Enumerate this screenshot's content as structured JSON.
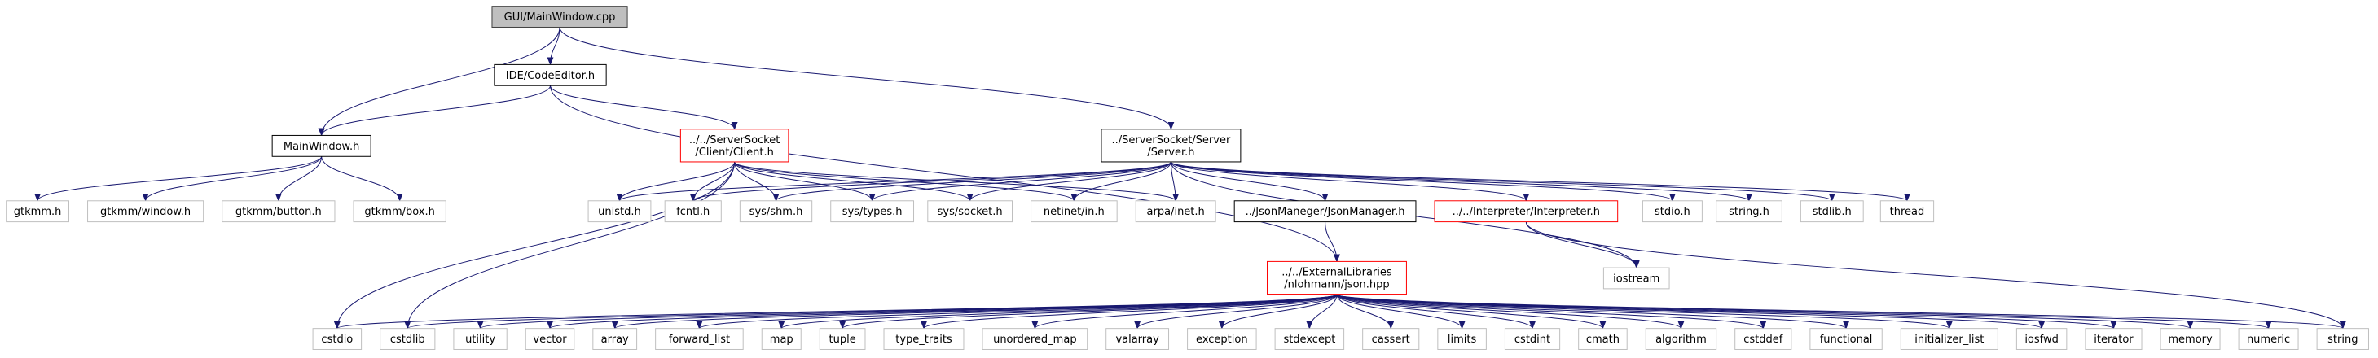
{
  "colors": {
    "edge": "#191970",
    "root_fill": "#bfbfbf",
    "root_border": "#404040",
    "doc_border": "#000000",
    "trunc_border": "#ff0000",
    "sys_border": "#bfbfbf"
  },
  "nodes": [
    {
      "id": "mainwindow_cpp",
      "lines": [
        "GUI/MainWindow.cpp"
      ],
      "kind": "root"
    },
    {
      "id": "codeeditor_h",
      "lines": [
        "IDE/CodeEditor.h"
      ],
      "kind": "doc"
    },
    {
      "id": "mainwindow_h",
      "lines": [
        "MainWindow.h"
      ],
      "kind": "doc"
    },
    {
      "id": "client_h",
      "lines": [
        "../../ServerSocket",
        "/Client/Client.h"
      ],
      "kind": "trunc"
    },
    {
      "id": "server_h",
      "lines": [
        "../ServerSocket/Server",
        "/Server.h"
      ],
      "kind": "doc"
    },
    {
      "id": "gtkmm_h",
      "lines": [
        "gtkmm.h"
      ],
      "kind": "sys"
    },
    {
      "id": "gtkmm_window_h",
      "lines": [
        "gtkmm/window.h"
      ],
      "kind": "sys"
    },
    {
      "id": "gtkmm_button_h",
      "lines": [
        "gtkmm/button.h"
      ],
      "kind": "sys"
    },
    {
      "id": "gtkmm_box_h",
      "lines": [
        "gtkmm/box.h"
      ],
      "kind": "sys"
    },
    {
      "id": "unistd_h",
      "lines": [
        "unistd.h"
      ],
      "kind": "sys"
    },
    {
      "id": "fcntl_h",
      "lines": [
        "fcntl.h"
      ],
      "kind": "sys"
    },
    {
      "id": "sys_shm_h",
      "lines": [
        "sys/shm.h"
      ],
      "kind": "sys"
    },
    {
      "id": "sys_types_h",
      "lines": [
        "sys/types.h"
      ],
      "kind": "sys"
    },
    {
      "id": "sys_socket_h",
      "lines": [
        "sys/socket.h"
      ],
      "kind": "sys"
    },
    {
      "id": "netinet_in_h",
      "lines": [
        "netinet/in.h"
      ],
      "kind": "sys"
    },
    {
      "id": "arpa_inet_h",
      "lines": [
        "arpa/inet.h"
      ],
      "kind": "sys"
    },
    {
      "id": "jsonmanager_h",
      "lines": [
        "../JsonManeger/JsonManager.h"
      ],
      "kind": "doc"
    },
    {
      "id": "interpreter_h",
      "lines": [
        "../../Interpreter/Interpreter.h"
      ],
      "kind": "trunc"
    },
    {
      "id": "stdio_h",
      "lines": [
        "stdio.h"
      ],
      "kind": "sys"
    },
    {
      "id": "string_h",
      "lines": [
        "string.h"
      ],
      "kind": "sys"
    },
    {
      "id": "stdlib_h",
      "lines": [
        "stdlib.h"
      ],
      "kind": "sys"
    },
    {
      "id": "thread",
      "lines": [
        "thread"
      ],
      "kind": "sys"
    },
    {
      "id": "iostream",
      "lines": [
        "iostream"
      ],
      "kind": "sys"
    },
    {
      "id": "json_hpp",
      "lines": [
        "../../ExternalLibraries",
        "/nlohmann/json.hpp"
      ],
      "kind": "trunc"
    },
    {
      "id": "cstdio",
      "lines": [
        "cstdio"
      ],
      "kind": "sys"
    },
    {
      "id": "cstdlib",
      "lines": [
        "cstdlib"
      ],
      "kind": "sys"
    },
    {
      "id": "utility",
      "lines": [
        "utility"
      ],
      "kind": "sys"
    },
    {
      "id": "vector",
      "lines": [
        "vector"
      ],
      "kind": "sys"
    },
    {
      "id": "array",
      "lines": [
        "array"
      ],
      "kind": "sys"
    },
    {
      "id": "forward_list",
      "lines": [
        "forward_list"
      ],
      "kind": "sys"
    },
    {
      "id": "map",
      "lines": [
        "map"
      ],
      "kind": "sys"
    },
    {
      "id": "tuple",
      "lines": [
        "tuple"
      ],
      "kind": "sys"
    },
    {
      "id": "type_traits",
      "lines": [
        "type_traits"
      ],
      "kind": "sys"
    },
    {
      "id": "unordered_map",
      "lines": [
        "unordered_map"
      ],
      "kind": "sys"
    },
    {
      "id": "valarray",
      "lines": [
        "valarray"
      ],
      "kind": "sys"
    },
    {
      "id": "exception",
      "lines": [
        "exception"
      ],
      "kind": "sys"
    },
    {
      "id": "stdexcept",
      "lines": [
        "stdexcept"
      ],
      "kind": "sys"
    },
    {
      "id": "cassert",
      "lines": [
        "cassert"
      ],
      "kind": "sys"
    },
    {
      "id": "limits",
      "lines": [
        "limits"
      ],
      "kind": "sys"
    },
    {
      "id": "cstdint",
      "lines": [
        "cstdint"
      ],
      "kind": "sys"
    },
    {
      "id": "cmath",
      "lines": [
        "cmath"
      ],
      "kind": "sys"
    },
    {
      "id": "algorithm",
      "lines": [
        "algorithm"
      ],
      "kind": "sys"
    },
    {
      "id": "cstddef",
      "lines": [
        "cstddef"
      ],
      "kind": "sys"
    },
    {
      "id": "functional",
      "lines": [
        "functional"
      ],
      "kind": "sys"
    },
    {
      "id": "initializer_list",
      "lines": [
        "initializer_list"
      ],
      "kind": "sys"
    },
    {
      "id": "iosfwd",
      "lines": [
        "iosfwd"
      ],
      "kind": "sys"
    },
    {
      "id": "iterator",
      "lines": [
        "iterator"
      ],
      "kind": "sys"
    },
    {
      "id": "memory",
      "lines": [
        "memory"
      ],
      "kind": "sys"
    },
    {
      "id": "numeric",
      "lines": [
        "numeric"
      ],
      "kind": "sys"
    },
    {
      "id": "string",
      "lines": [
        "string"
      ],
      "kind": "sys"
    }
  ],
  "edges": [
    [
      "mainwindow_cpp",
      "codeeditor_h"
    ],
    [
      "mainwindow_cpp",
      "mainwindow_h"
    ],
    [
      "mainwindow_cpp",
      "server_h"
    ],
    [
      "codeeditor_h",
      "mainwindow_h"
    ],
    [
      "codeeditor_h",
      "client_h"
    ],
    [
      "codeeditor_h",
      "json_hpp"
    ],
    [
      "mainwindow_h",
      "gtkmm_h"
    ],
    [
      "mainwindow_h",
      "gtkmm_window_h"
    ],
    [
      "mainwindow_h",
      "gtkmm_button_h"
    ],
    [
      "mainwindow_h",
      "gtkmm_box_h"
    ],
    [
      "client_h",
      "unistd_h"
    ],
    [
      "client_h",
      "fcntl_h"
    ],
    [
      "client_h",
      "sys_shm_h"
    ],
    [
      "client_h",
      "sys_types_h"
    ],
    [
      "client_h",
      "sys_socket_h"
    ],
    [
      "client_h",
      "netinet_in_h"
    ],
    [
      "client_h",
      "arpa_inet_h"
    ],
    [
      "client_h",
      "cstdio"
    ],
    [
      "client_h",
      "cstdlib"
    ],
    [
      "server_h",
      "unistd_h"
    ],
    [
      "server_h",
      "fcntl_h"
    ],
    [
      "server_h",
      "sys_shm_h"
    ],
    [
      "server_h",
      "sys_types_h"
    ],
    [
      "server_h",
      "sys_socket_h"
    ],
    [
      "server_h",
      "netinet_in_h"
    ],
    [
      "server_h",
      "arpa_inet_h"
    ],
    [
      "server_h",
      "jsonmanager_h"
    ],
    [
      "server_h",
      "interpreter_h"
    ],
    [
      "server_h",
      "stdio_h"
    ],
    [
      "server_h",
      "string_h"
    ],
    [
      "server_h",
      "stdlib_h"
    ],
    [
      "server_h",
      "thread"
    ],
    [
      "server_h",
      "iostream"
    ],
    [
      "jsonmanager_h",
      "json_hpp"
    ],
    [
      "interpreter_h",
      "iostream"
    ],
    [
      "interpreter_h",
      "string"
    ],
    [
      "json_hpp",
      "cstdio"
    ],
    [
      "json_hpp",
      "cstdlib"
    ],
    [
      "json_hpp",
      "utility"
    ],
    [
      "json_hpp",
      "vector"
    ],
    [
      "json_hpp",
      "array"
    ],
    [
      "json_hpp",
      "forward_list"
    ],
    [
      "json_hpp",
      "map"
    ],
    [
      "json_hpp",
      "tuple"
    ],
    [
      "json_hpp",
      "type_traits"
    ],
    [
      "json_hpp",
      "unordered_map"
    ],
    [
      "json_hpp",
      "valarray"
    ],
    [
      "json_hpp",
      "exception"
    ],
    [
      "json_hpp",
      "stdexcept"
    ],
    [
      "json_hpp",
      "cassert"
    ],
    [
      "json_hpp",
      "limits"
    ],
    [
      "json_hpp",
      "cstdint"
    ],
    [
      "json_hpp",
      "cmath"
    ],
    [
      "json_hpp",
      "algorithm"
    ],
    [
      "json_hpp",
      "cstddef"
    ],
    [
      "json_hpp",
      "functional"
    ],
    [
      "json_hpp",
      "initializer_list"
    ],
    [
      "json_hpp",
      "iosfwd"
    ],
    [
      "json_hpp",
      "iterator"
    ],
    [
      "json_hpp",
      "memory"
    ],
    [
      "json_hpp",
      "numeric"
    ],
    [
      "json_hpp",
      "string"
    ]
  ]
}
